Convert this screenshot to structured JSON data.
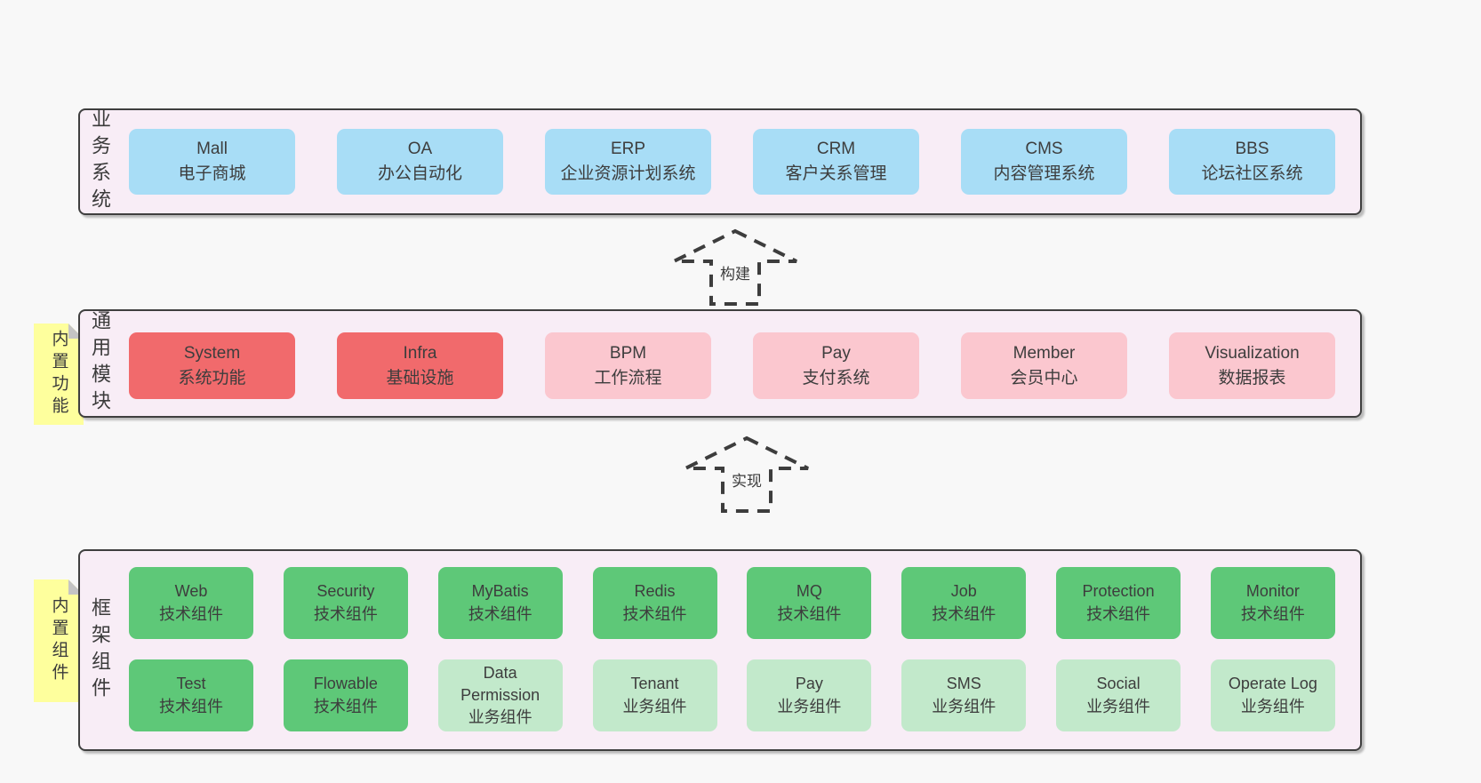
{
  "business_layer": {
    "label": "业务系统",
    "boxes": [
      {
        "name": "Mall",
        "desc": "电子商城"
      },
      {
        "name": "OA",
        "desc": "办公自动化"
      },
      {
        "name": "ERP",
        "desc": "企业资源计划系统"
      },
      {
        "name": "CRM",
        "desc": "客户关系管理"
      },
      {
        "name": "CMS",
        "desc": "内容管理系统"
      },
      {
        "name": "BBS",
        "desc": "论坛社区系统"
      }
    ]
  },
  "module_layer": {
    "label": "通用模块",
    "sticky": "内置功能",
    "boxes": [
      {
        "name": "System",
        "desc": "系统功能"
      },
      {
        "name": "Infra",
        "desc": "基础设施"
      },
      {
        "name": "BPM",
        "desc": "工作流程"
      },
      {
        "name": "Pay",
        "desc": "支付系统"
      },
      {
        "name": "Member",
        "desc": "会员中心"
      },
      {
        "name": "Visualization",
        "desc": "数据报表"
      }
    ]
  },
  "component_layer": {
    "label": "框架组件",
    "sticky": "内置组件",
    "row1": [
      {
        "name": "Web",
        "desc": "技术组件"
      },
      {
        "name": "Security",
        "desc": "技术组件"
      },
      {
        "name": "MyBatis",
        "desc": "技术组件"
      },
      {
        "name": "Redis",
        "desc": "技术组件"
      },
      {
        "name": "MQ",
        "desc": "技术组件"
      },
      {
        "name": "Job",
        "desc": "技术组件"
      },
      {
        "name": "Protection",
        "desc": "技术组件"
      },
      {
        "name": "Monitor",
        "desc": "技术组件"
      }
    ],
    "row2": [
      {
        "name": "Test",
        "desc": "技术组件"
      },
      {
        "name": "Flowable",
        "desc": "技术组件"
      },
      {
        "name": "Data Permission",
        "desc": "业务组件"
      },
      {
        "name": "Tenant",
        "desc": "业务组件"
      },
      {
        "name": "Pay",
        "desc": "业务组件"
      },
      {
        "name": "SMS",
        "desc": "业务组件"
      },
      {
        "name": "Social",
        "desc": "业务组件"
      },
      {
        "name": "Operate Log",
        "desc": "业务组件"
      }
    ]
  },
  "arrows": [
    {
      "label": "构建"
    },
    {
      "label": "实现"
    }
  ],
  "colors": {
    "page_bg": "#f8f8f8",
    "panel_bg": "#f8edf6",
    "panel_border": "#3f3f3f",
    "node_blue": "#a8ddf6",
    "node_red": "#f16a6c",
    "node_pink": "#fbc7cf",
    "node_green_dark": "#5ec878",
    "node_green_light": "#c2e9cb",
    "sticky_yellow": "#feff9d",
    "text": "#3b3b3b"
  }
}
